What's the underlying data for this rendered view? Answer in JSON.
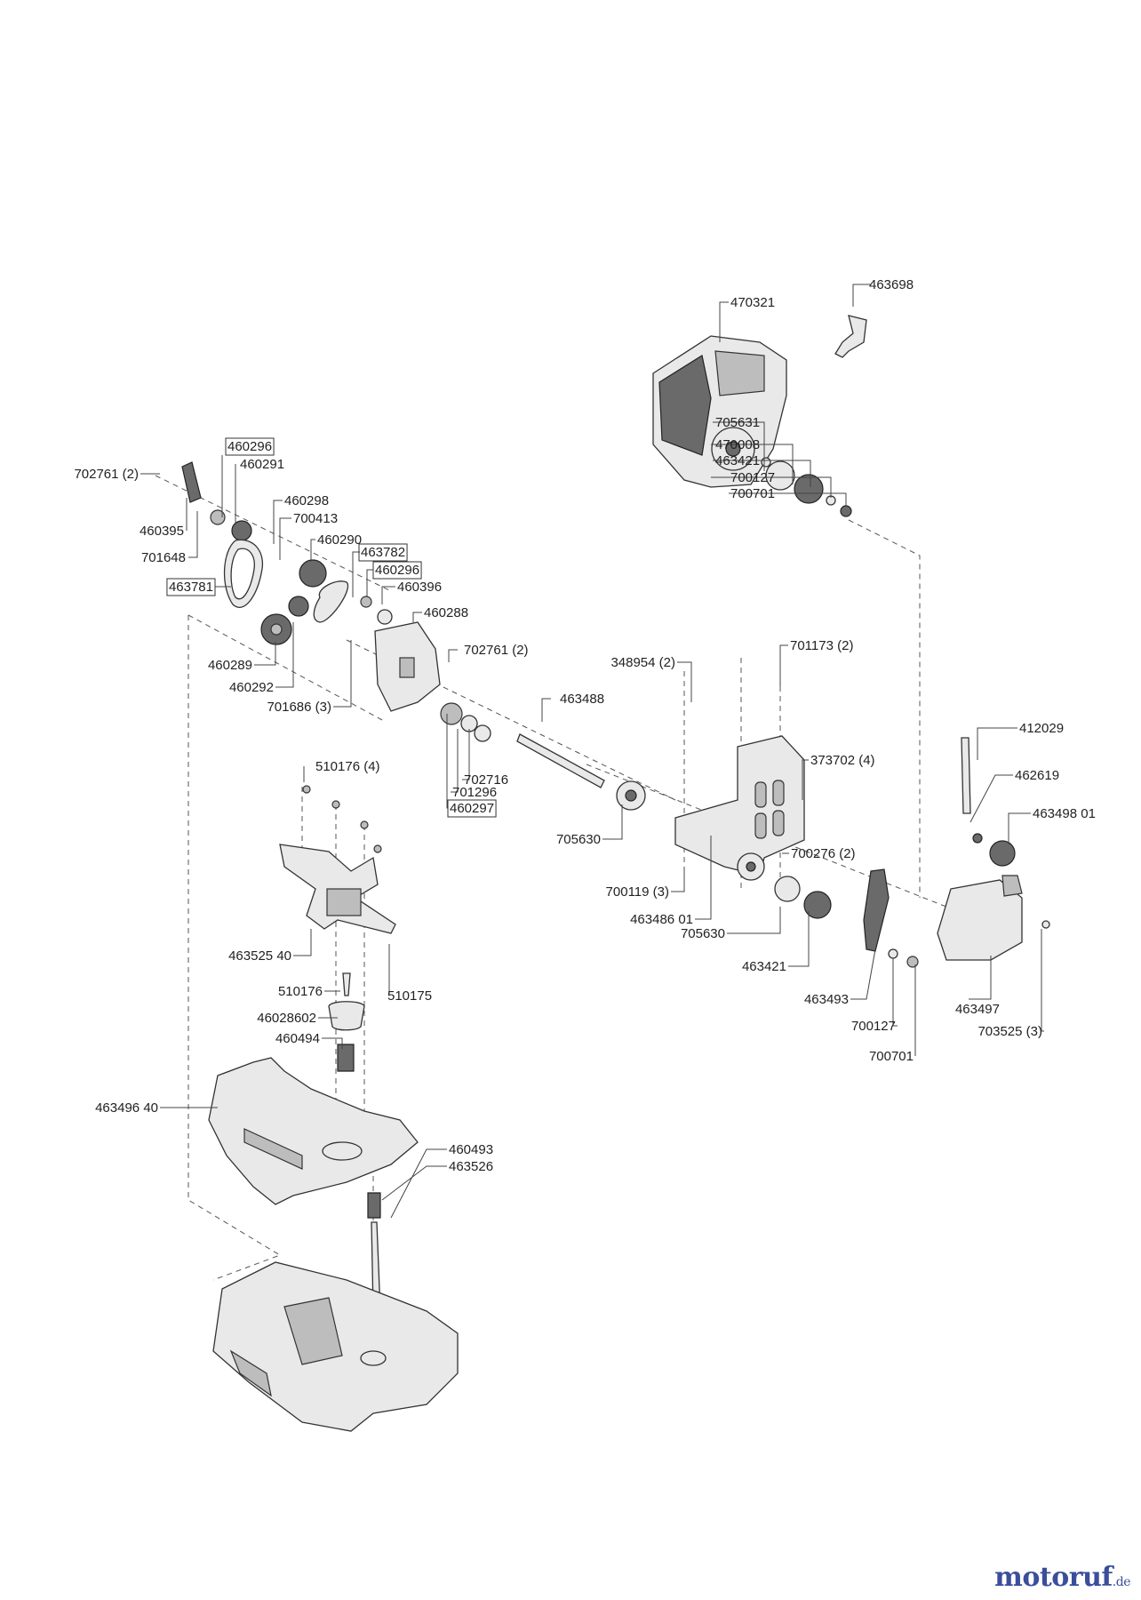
{
  "parts": [
    {
      "id": "p463698",
      "text": "463698",
      "boxed": false
    },
    {
      "id": "p470321",
      "text": "470321",
      "boxed": false
    },
    {
      "id": "p705631",
      "text": "705631",
      "boxed": false
    },
    {
      "id": "p470008",
      "text": "470008",
      "boxed": false
    },
    {
      "id": "p463421a",
      "text": "463421",
      "boxed": false
    },
    {
      "id": "p700127a",
      "text": "700127",
      "boxed": false
    },
    {
      "id": "p700701a",
      "text": "700701",
      "boxed": false
    },
    {
      "id": "p460296a",
      "text": "460296",
      "boxed": true
    },
    {
      "id": "p460291",
      "text": "460291",
      "boxed": false
    },
    {
      "id": "p702761a",
      "text": "702761 (2)",
      "boxed": false
    },
    {
      "id": "p460298",
      "text": "460298",
      "boxed": false
    },
    {
      "id": "p700413",
      "text": "700413",
      "boxed": false
    },
    {
      "id": "p460395",
      "text": "460395",
      "boxed": false
    },
    {
      "id": "p701648",
      "text": "701648",
      "boxed": false
    },
    {
      "id": "p460290",
      "text": "460290",
      "boxed": false
    },
    {
      "id": "p463782",
      "text": "463782",
      "boxed": true
    },
    {
      "id": "p460296b",
      "text": "460296",
      "boxed": true
    },
    {
      "id": "p463781",
      "text": "463781",
      "boxed": true
    },
    {
      "id": "p460396",
      "text": "460396",
      "boxed": false
    },
    {
      "id": "p460288",
      "text": "460288",
      "boxed": false
    },
    {
      "id": "p702761b",
      "text": "702761 (2)",
      "boxed": false
    },
    {
      "id": "p460289",
      "text": "460289",
      "boxed": false
    },
    {
      "id": "p460292",
      "text": "460292",
      "boxed": false
    },
    {
      "id": "p701686",
      "text": "701686 (3)",
      "boxed": false
    },
    {
      "id": "p463488",
      "text": "463488",
      "boxed": false
    },
    {
      "id": "p348954",
      "text": "348954 (2)",
      "boxed": false
    },
    {
      "id": "p701173",
      "text": "701173 (2)",
      "boxed": false
    },
    {
      "id": "p412029",
      "text": "412029",
      "boxed": false
    },
    {
      "id": "p510176a",
      "text": "510176 (4)",
      "boxed": false
    },
    {
      "id": "p702716",
      "text": "702716",
      "boxed": false
    },
    {
      "id": "p701296",
      "text": "701296",
      "boxed": false
    },
    {
      "id": "p460297",
      "text": "460297",
      "boxed": true
    },
    {
      "id": "p373702",
      "text": "373702 (4)",
      "boxed": false
    },
    {
      "id": "p462619",
      "text": "462619",
      "boxed": false
    },
    {
      "id": "p705630a",
      "text": "705630",
      "boxed": false
    },
    {
      "id": "p463498",
      "text": "463498 01",
      "boxed": false
    },
    {
      "id": "p700276",
      "text": "700276 (2)",
      "boxed": false
    },
    {
      "id": "p700119",
      "text": "700119 (3)",
      "boxed": false
    },
    {
      "id": "p463486",
      "text": "463486 01",
      "boxed": false
    },
    {
      "id": "p705630b",
      "text": "705630",
      "boxed": false
    },
    {
      "id": "p463525",
      "text": "463525 40",
      "boxed": false
    },
    {
      "id": "p463421b",
      "text": "463421",
      "boxed": false
    },
    {
      "id": "p510176b",
      "text": "510176",
      "boxed": false
    },
    {
      "id": "p510175",
      "text": "510175",
      "boxed": false
    },
    {
      "id": "p463493",
      "text": "463493",
      "boxed": false
    },
    {
      "id": "p463497",
      "text": "463497",
      "boxed": false
    },
    {
      "id": "p46028602",
      "text": "46028602",
      "boxed": false
    },
    {
      "id": "p700127b",
      "text": "700127",
      "boxed": false
    },
    {
      "id": "p460494",
      "text": "460494",
      "boxed": false
    },
    {
      "id": "p703525",
      "text": "703525 (3)",
      "boxed": false
    },
    {
      "id": "p700701b",
      "text": "700701",
      "boxed": false
    },
    {
      "id": "p463496",
      "text": "463496 40",
      "boxed": false
    },
    {
      "id": "p460493",
      "text": "460493",
      "boxed": false
    },
    {
      "id": "p463526",
      "text": "463526",
      "boxed": false
    }
  ],
  "watermark": {
    "brand": "motoruf",
    "tld": ".de"
  }
}
